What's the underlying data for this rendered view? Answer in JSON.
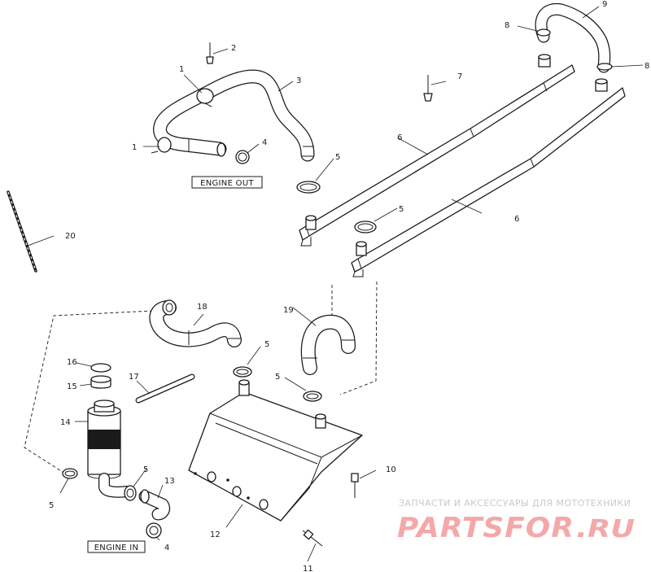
{
  "callouts": {
    "c1a": "1",
    "c1b": "1",
    "c2": "2",
    "c3": "3",
    "c4a": "4",
    "c4b": "4",
    "c5a": "5",
    "c5b": "5",
    "c5c": "5",
    "c5d": "5",
    "c5e": "5",
    "c5f": "5",
    "c6a": "6",
    "c6b": "6",
    "c7": "7",
    "c8a": "8",
    "c8b": "8",
    "c9": "9",
    "c10": "10",
    "c11": "11",
    "c12": "12",
    "c13": "13",
    "c14": "14",
    "c15": "15",
    "c16": "16",
    "c17": "17",
    "c18": "18",
    "c19": "19",
    "c20": "20"
  },
  "labels": {
    "engine_out": "ENGINE OUT",
    "engine_in": "ENGINE IN"
  },
  "watermark": {
    "tagline": "ЗАПЧАСТИ И АКСЕССУАРЫ ДЛЯ МОТОТЕХНИКИ",
    "logo_main": "PARTSFOR",
    "logo_tld": ".RU"
  }
}
